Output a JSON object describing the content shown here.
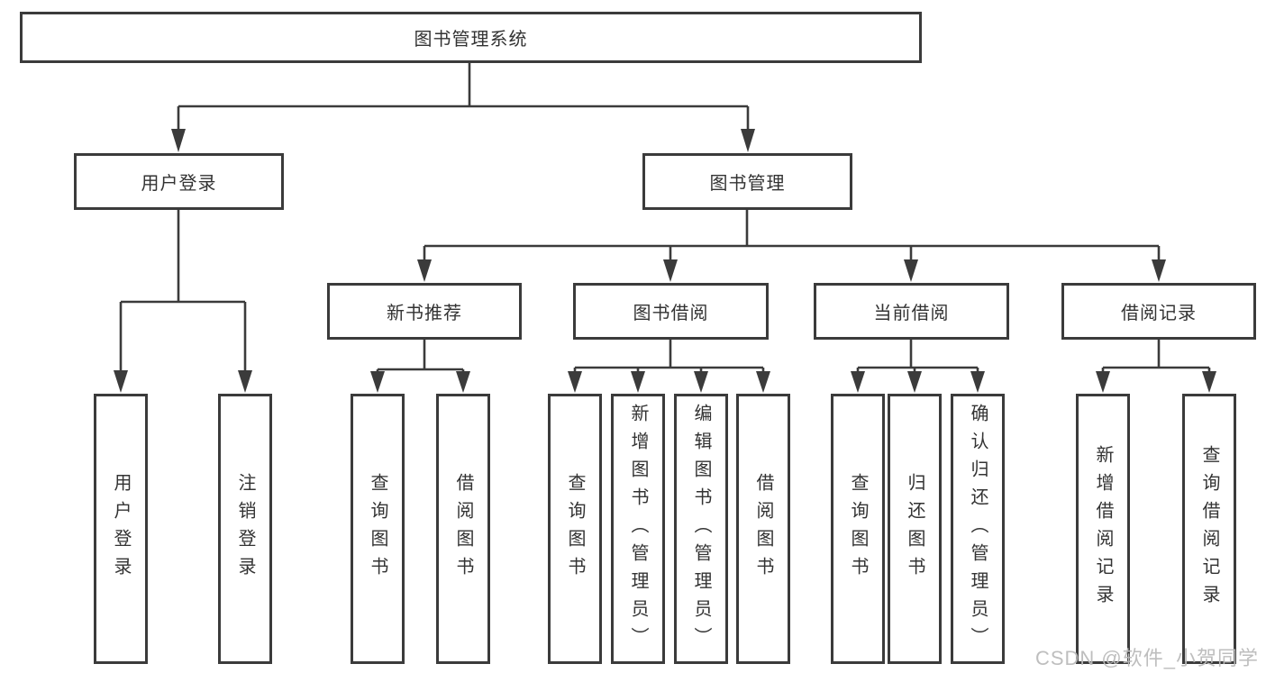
{
  "nodes": {
    "root": {
      "label": "图书管理系统"
    },
    "user_login": {
      "label": "用户登录"
    },
    "book_mgmt": {
      "label": "图书管理"
    },
    "new_book_rec": {
      "label": "新书推荐"
    },
    "book_borrow": {
      "label": "图书借阅"
    },
    "current_borrow": {
      "label": "当前借阅"
    },
    "borrow_records": {
      "label": "借阅记录"
    },
    "leaf_user_login": {
      "label": "用户登录"
    },
    "leaf_logout": {
      "label": "注销登录"
    },
    "leaf_query_books_rec": {
      "label": "查询图书"
    },
    "leaf_borrow_books_rec": {
      "label": "借阅图书"
    },
    "leaf_query_books_borrow": {
      "label": "查询图书"
    },
    "leaf_add_books": {
      "label": "新增图书（管理员）"
    },
    "leaf_edit_books": {
      "label": "编辑图书（管理员）"
    },
    "leaf_borrow_books": {
      "label": "借阅图书"
    },
    "leaf_query_books_current": {
      "label": "查询图书"
    },
    "leaf_return_books": {
      "label": "归还图书"
    },
    "leaf_confirm_return": {
      "label": "确认归还（管理员）"
    },
    "leaf_add_borrow_record": {
      "label": "新增借阅记录"
    },
    "leaf_query_borrow_record": {
      "label": "查询借阅记录"
    }
  },
  "hierarchy": {
    "图书管理系统": {
      "用户登录": [
        "用户登录",
        "注销登录"
      ],
      "图书管理": {
        "新书推荐": [
          "查询图书",
          "借阅图书"
        ],
        "图书借阅": [
          "查询图书",
          "新增图书（管理员）",
          "编辑图书（管理员）",
          "借阅图书"
        ],
        "当前借阅": [
          "查询图书",
          "归还图书",
          "确认归还（管理员）"
        ],
        "借阅记录": [
          "新增借阅记录",
          "查询借阅记录"
        ]
      }
    }
  },
  "watermark": {
    "text": "CSDN @软件_小贺同学"
  },
  "colors": {
    "line": "#3b3b3b",
    "box_border": "#3b3b3b",
    "box_bg": "#ffffff",
    "text": "#333333",
    "watermark": "#bababa"
  }
}
